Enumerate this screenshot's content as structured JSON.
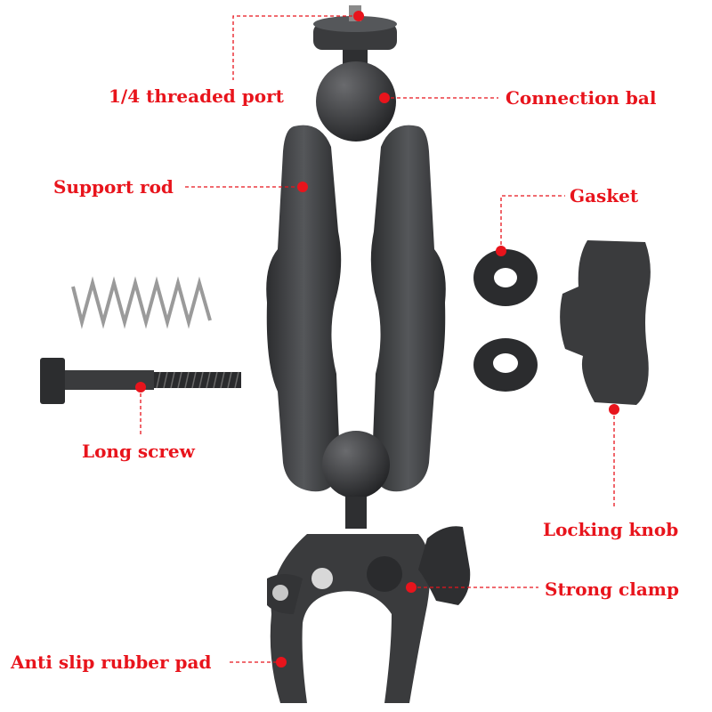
{
  "accent_color": "#e8141c",
  "part_color": "#3b3c3e",
  "labels": {
    "threaded_port": "1/4 threaded port",
    "connection_ball": "Connection bal",
    "support_rod": "Support rod",
    "gasket": "Gasket",
    "long_screw": "Long screw",
    "locking_knob": "Locking knob",
    "strong_clamp": "Strong clamp",
    "anti_slip_pad": "Anti slip rubber pad"
  }
}
